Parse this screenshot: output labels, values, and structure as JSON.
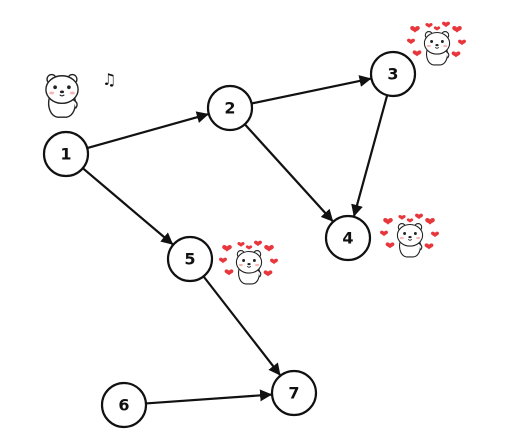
{
  "graph": {
    "nodes": [
      {
        "id": "1",
        "label": "1"
      },
      {
        "id": "2",
        "label": "2"
      },
      {
        "id": "3",
        "label": "3"
      },
      {
        "id": "4",
        "label": "4"
      },
      {
        "id": "5",
        "label": "5"
      },
      {
        "id": "6",
        "label": "6"
      },
      {
        "id": "7",
        "label": "7"
      }
    ],
    "edges": [
      {
        "from": "1",
        "to": "2"
      },
      {
        "from": "1",
        "to": "5"
      },
      {
        "from": "2",
        "to": "3"
      },
      {
        "from": "2",
        "to": "4"
      },
      {
        "from": "3",
        "to": "4"
      },
      {
        "from": "5",
        "to": "7"
      },
      {
        "from": "6",
        "to": "7"
      }
    ]
  },
  "stickers": [
    {
      "near": "1",
      "icon": "bear-music-icon",
      "glyph": "♫"
    },
    {
      "near": "3",
      "icon": "bear-hearts-icon"
    },
    {
      "near": "4",
      "icon": "bear-hearts-icon"
    },
    {
      "near": "5",
      "icon": "bear-hearts-icon"
    }
  ],
  "colors": {
    "stroke": "#111111",
    "node_fill": "#ffffff",
    "heart": "#e8373c",
    "background": "#ffffff"
  }
}
